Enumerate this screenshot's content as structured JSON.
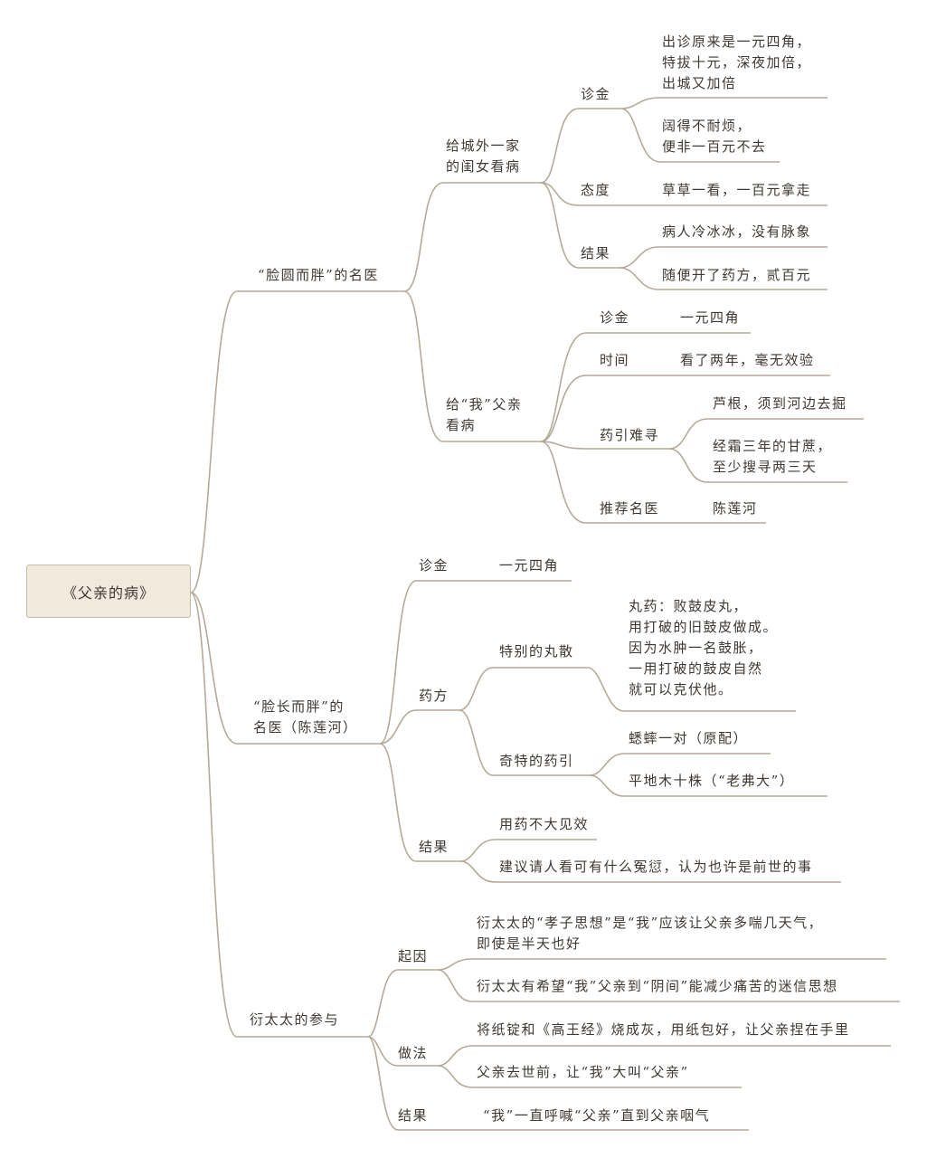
{
  "root": {
    "label": "《父亲的病》"
  },
  "branches": [
    {
      "label": "“脸圆而胖”的名医",
      "children": [
        {
          "label_lines": [
            "给城外一家",
            "的闺女看病"
          ],
          "children": [
            {
              "label": "诊金",
              "children": [
                {
                  "lines": [
                    "出诊原来是一元四角，",
                    "特拔十元，深夜加倍，",
                    "出城又加倍"
                  ]
                },
                {
                  "lines": [
                    "阔得不耐烦，",
                    "便非一百元不去"
                  ]
                }
              ]
            },
            {
              "label": "态度",
              "children": [
                {
                  "lines": [
                    "草草一看，一百元拿走"
                  ]
                }
              ]
            },
            {
              "label": "结果",
              "children": [
                {
                  "lines": [
                    "病人冷冰冰，没有脉象"
                  ]
                },
                {
                  "lines": [
                    "随便开了药方，贰百元"
                  ]
                }
              ]
            }
          ]
        },
        {
          "label_lines": [
            "给“我”父亲",
            "看病"
          ],
          "children": [
            {
              "label": "诊金",
              "children": [
                {
                  "lines": [
                    "一元四角"
                  ]
                }
              ]
            },
            {
              "label": "时间",
              "children": [
                {
                  "lines": [
                    "看了两年，毫无效验"
                  ]
                }
              ]
            },
            {
              "label": "药引难寻",
              "children": [
                {
                  "lines": [
                    "芦根，须到河边去掘"
                  ]
                },
                {
                  "lines": [
                    "经霜三年的甘蔗，",
                    "至少搜寻两三天"
                  ]
                }
              ]
            },
            {
              "label": "推荐名医",
              "children": [
                {
                  "lines": [
                    "陈莲河"
                  ]
                }
              ]
            }
          ]
        }
      ]
    },
    {
      "label_lines": [
        "“脸长而胖”的",
        "名医（陈莲河）"
      ],
      "children": [
        {
          "label": "诊金",
          "children": [
            {
              "lines": [
                "一元四角"
              ]
            }
          ]
        },
        {
          "label": "药方",
          "children": [
            {
              "label": "特别的丸散",
              "children": [
                {
                  "lines": [
                    "丸药：败鼓皮丸，",
                    "用打破的旧鼓皮做成。",
                    "因为水肿一名鼓胀，",
                    "一用打破的鼓皮自然",
                    "就可以克伏他。"
                  ]
                }
              ]
            },
            {
              "label": "奇特的药引",
              "children": [
                {
                  "lines": [
                    "蟋蟀一对（原配）"
                  ]
                },
                {
                  "lines": [
                    "平地木十株（“老弗大”）"
                  ]
                }
              ]
            }
          ]
        },
        {
          "label": "结果",
          "children": [
            {
              "lines": [
                "用药不大见效"
              ]
            },
            {
              "lines": [
                "建议请人看可有什么冤愆，认为也许是前世的事"
              ]
            }
          ]
        }
      ]
    },
    {
      "label": "衍太太的参与",
      "children": [
        {
          "label": "起因",
          "children": [
            {
              "lines": [
                "衍太太的“孝子思想”是“我”应该让父亲多喘几天气，",
                "即使是半天也好"
              ]
            },
            {
              "lines": [
                "衍太太有希望“我”父亲到“阴间”能减少痛苦的迷信思想"
              ]
            }
          ]
        },
        {
          "label": "做法",
          "children": [
            {
              "lines": [
                "将纸锭和《高王经》烧成灰，用纸包好，让父亲捏在手里"
              ]
            },
            {
              "lines": [
                "父亲去世前，让“我”大叫“父亲”"
              ]
            }
          ]
        },
        {
          "label": "结果",
          "children": [
            {
              "lines": [
                "“我”一直呼喊“父亲”直到父亲咽气"
              ]
            }
          ]
        }
      ]
    }
  ],
  "colors": {
    "line": "#b5aa98",
    "root_fill": "#f1e9dc",
    "root_border": "#c8bba5",
    "text": "#3d3833"
  }
}
